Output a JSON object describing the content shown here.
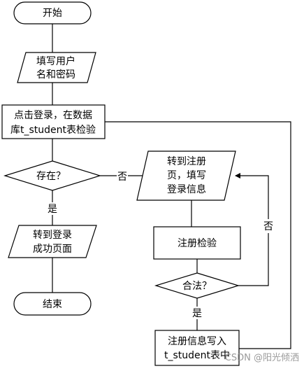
{
  "flowchart": {
    "start": "开始",
    "input_credentials": [
      "填写用户",
      "名和密码"
    ],
    "login_check": [
      "点击登录，在数据",
      "库t_student表检验"
    ],
    "exists_decision": "存在？",
    "goto_success": [
      "转到登录",
      "成功页面"
    ],
    "end": "结束",
    "goto_register": [
      "转到注册",
      "页，填写",
      "登录信息"
    ],
    "register_check": "注册检验",
    "valid_decision": "合法？",
    "write_register": [
      "注册信息写入",
      "t_student表中"
    ]
  },
  "edge_labels": {
    "no_exists": "否",
    "yes_exists": "是",
    "no_valid": "否",
    "yes_valid": "是"
  },
  "watermark": "CSDN @阳光倾洒"
}
